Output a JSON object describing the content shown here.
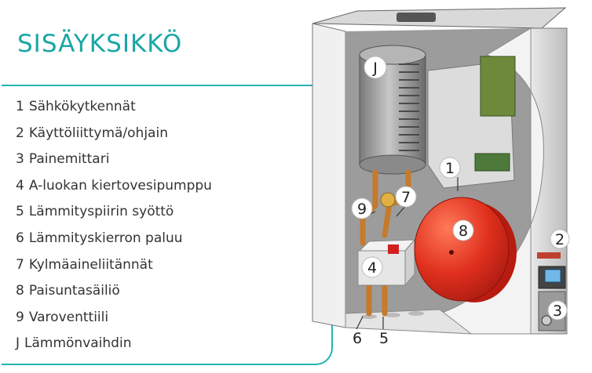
{
  "title": "SISÄYKSIKKÖ",
  "legend": [
    {
      "key": "1",
      "label": "Sähkökytkennät"
    },
    {
      "key": "2",
      "label": "Käyttöliittymä/ohjain"
    },
    {
      "key": "3",
      "label": "Painemittari"
    },
    {
      "key": "4",
      "label": "A-luokan kiertovesipumppu"
    },
    {
      "key": "5",
      "label": "Lämmityspiirin syöttö"
    },
    {
      "key": "6",
      "label": "Lämmityskierron paluu"
    },
    {
      "key": "7",
      "label": "Kylmäaineliitännät"
    },
    {
      "key": "8",
      "label": "Paisuntasäiliö"
    },
    {
      "key": "9",
      "label": "Varoventtiili"
    },
    {
      "key": "J",
      "label": "Lämmönvaihdin"
    }
  ],
  "callouts": {
    "c1": "1",
    "c2": "2",
    "c3": "3",
    "c4": "4",
    "c5": "5",
    "c6": "6",
    "c7": "7",
    "c8": "8",
    "c9": "9",
    "cJ": "J"
  },
  "colors": {
    "accent": "#1aa6a6",
    "tank": "#e0301e",
    "casing": "#f2f2f2"
  },
  "icons": {
    "legend_frame": "rounded-line",
    "callout_marker": "white-circle"
  }
}
